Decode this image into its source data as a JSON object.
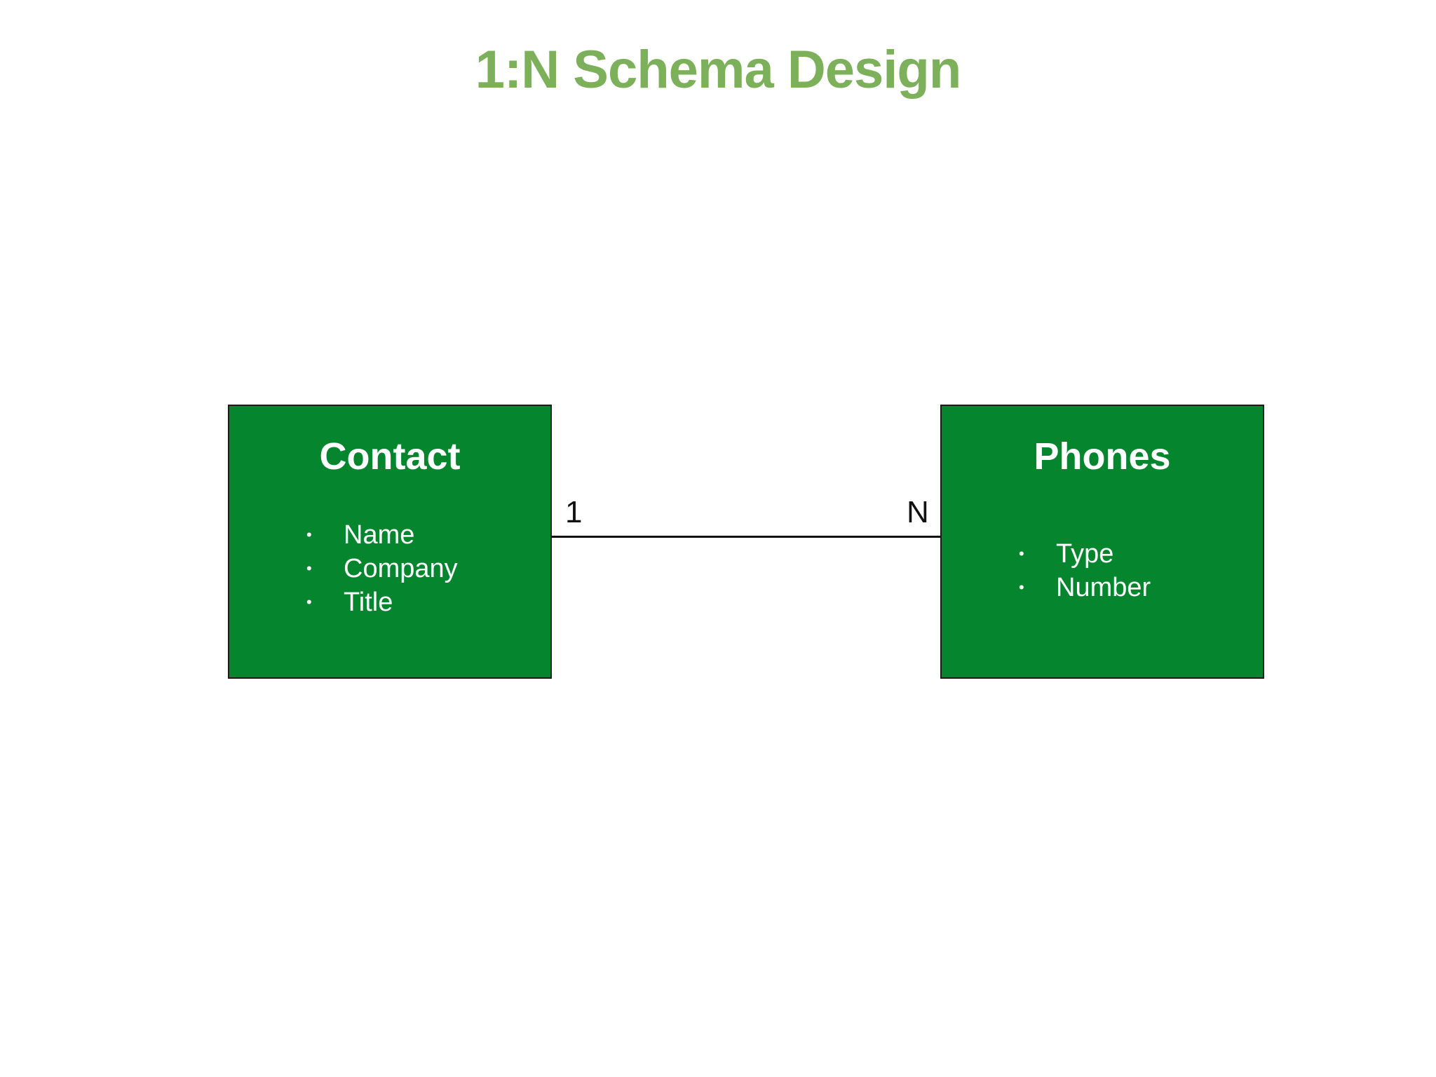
{
  "title": "1:N Schema Design",
  "colors": {
    "title": "#7cb05a",
    "entity_fill": "#05862e",
    "entity_border": "#1a1a1a",
    "connector": "#111111"
  },
  "entities": [
    {
      "name": "Contact",
      "attributes": [
        "Name",
        "Company",
        "Title"
      ]
    },
    {
      "name": "Phones",
      "attributes": [
        "Type",
        "Number"
      ]
    }
  ],
  "relationship": {
    "left_cardinality": "1",
    "right_cardinality": "N"
  },
  "bullet_glyph": "•"
}
